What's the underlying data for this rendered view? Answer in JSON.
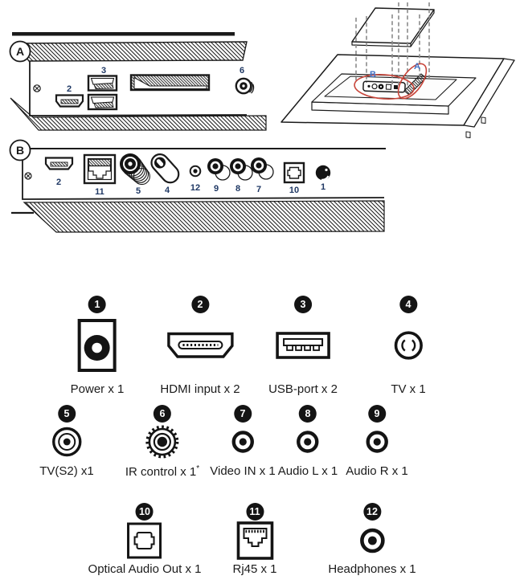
{
  "panel_a": {
    "label": "A",
    "hdmi": "2",
    "usb": "3",
    "ir": "6"
  },
  "panel_b": {
    "label": "B",
    "hdmi": "2",
    "rj45": "11",
    "sat": "5",
    "tv": "4",
    "headphones": "12",
    "audio_r": "9",
    "audio_l": "8",
    "video_in": "7",
    "optical": "10",
    "power": "1"
  },
  "tv_rear": {
    "zone_a": "A",
    "zone_b": "B"
  },
  "legend": {
    "items": [
      {
        "num": "1",
        "caption": "Power x 1",
        "icon": "power-jack-icon"
      },
      {
        "num": "2",
        "caption": "HDMI input x 2",
        "icon": "hdmi-icon"
      },
      {
        "num": "3",
        "caption": "USB-port x 2",
        "icon": "usb-icon"
      },
      {
        "num": "4",
        "caption": "TV x 1",
        "icon": "tv-antenna-icon"
      },
      {
        "num": "5",
        "caption": "TV(S2) x1",
        "icon": "satellite-icon"
      },
      {
        "num": "6",
        "caption": "IR control x 1",
        "sup": "*",
        "icon": "ir-control-icon"
      },
      {
        "num": "7",
        "caption": "Video IN x 1",
        "icon": "video-in-icon"
      },
      {
        "num": "8",
        "caption": "Audio L x 1",
        "icon": "audio-l-icon"
      },
      {
        "num": "9",
        "caption": "Audio R x 1",
        "icon": "audio-r-icon"
      },
      {
        "num": "10",
        "caption": "Optical Audio Out x 1",
        "icon": "optical-out-icon"
      },
      {
        "num": "11",
        "caption": "Rj45 x 1",
        "icon": "rj45-icon"
      },
      {
        "num": "12",
        "caption": "Headphones x 1",
        "icon": "headphones-icon"
      }
    ]
  },
  "colors": {
    "ink": "#1a1a1a",
    "port_number": "#1f3864",
    "zone_label": "#4472c4",
    "highlight_ellipse": "#c8453a",
    "badge_bg": "#141414"
  }
}
